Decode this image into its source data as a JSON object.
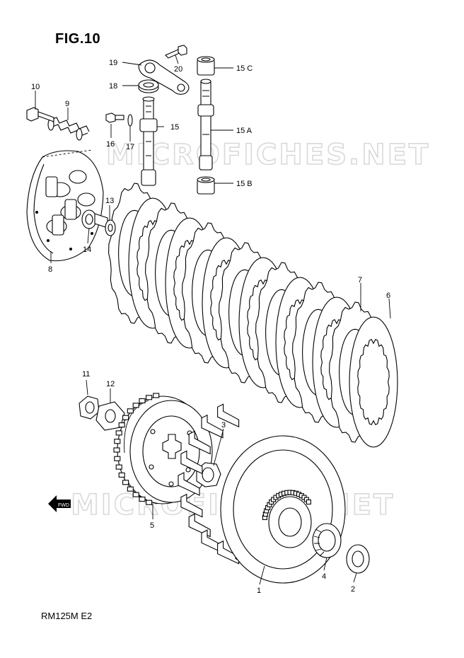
{
  "figure": {
    "title": "FIG.10",
    "model_code": "RM125M  E2",
    "watermark_text": "MICROFICHES.NET",
    "direction_label": "FWD"
  },
  "callouts": {
    "c1": "1",
    "c2": "2",
    "c3": "3",
    "c4": "4",
    "c5": "5",
    "c6": "6",
    "c7": "7",
    "c8": "8",
    "c9": "9",
    "c10": "10",
    "c11": "11",
    "c12": "12",
    "c13": "13",
    "c14": "14",
    "c15": "15",
    "c15a": "15 A",
    "c15b": "15 B",
    "c15c": "15 C",
    "c16": "16",
    "c17": "17",
    "c18": "18",
    "c19": "19",
    "c20": "20"
  },
  "parts": [
    {
      "id": "clutch-housing",
      "icon": "clutch-housing-icon"
    },
    {
      "id": "thrust-washer",
      "icon": "washer-icon"
    },
    {
      "id": "wave-washer",
      "icon": "wave-washer-icon"
    },
    {
      "id": "needle-bearing",
      "icon": "needle-bearing-icon"
    },
    {
      "id": "clutch-sleeve-hub",
      "icon": "clutch-hub-icon"
    },
    {
      "id": "clutch-friction-plates",
      "icon": "friction-plate-icon"
    },
    {
      "id": "clutch-drive-plates",
      "icon": "drive-plate-icon"
    },
    {
      "id": "pressure-plate",
      "icon": "pressure-plate-icon"
    },
    {
      "id": "clutch-spring",
      "icon": "spring-icon"
    },
    {
      "id": "spring-bolt",
      "icon": "bolt-icon"
    },
    {
      "id": "hub-nut",
      "icon": "nut-icon"
    },
    {
      "id": "lock-washer",
      "icon": "lock-washer-icon"
    },
    {
      "id": "push-piece",
      "icon": "push-piece-icon"
    },
    {
      "id": "bearing",
      "icon": "bearing-icon"
    },
    {
      "id": "release-shaft",
      "icon": "shaft-icon"
    },
    {
      "id": "release-arm",
      "icon": "arm-icon"
    }
  ]
}
